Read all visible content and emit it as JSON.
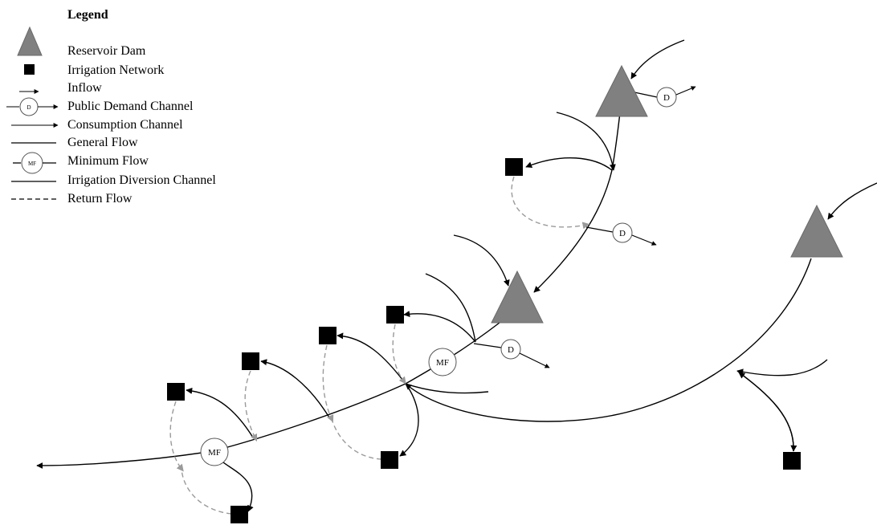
{
  "legend": {
    "title": "Legend",
    "items": [
      {
        "label": "Reservoir Dam",
        "symbol": "reservoir-dam"
      },
      {
        "label": "Irrigation Network",
        "symbol": "irrigation-network"
      },
      {
        "label": "Inflow",
        "symbol": "inflow-arrow"
      },
      {
        "label": "Public Demand  Channel",
        "symbol": "public-demand-channel"
      },
      {
        "label": "Consumption Channel",
        "symbol": "consumption-arrow"
      },
      {
        "label": "General Flow",
        "symbol": "general-flow-line"
      },
      {
        "label": "Minimum Flow",
        "symbol": "minimum-flow"
      },
      {
        "label": "Irrigation Diversion Channel",
        "symbol": "irrigation-diversion-line"
      },
      {
        "label": "Return Flow",
        "symbol": "return-flow-dashed"
      }
    ],
    "symbol_texts": {
      "public_demand": "D",
      "minimum_flow": "MF"
    }
  },
  "nodes": {
    "demand_label": "D",
    "minimum_flow_label": "MF"
  },
  "colors": {
    "dam": "#808080",
    "network": "#000000",
    "flow": "#000000",
    "return_flow": "#9a9a9a",
    "background": "#ffffff"
  }
}
